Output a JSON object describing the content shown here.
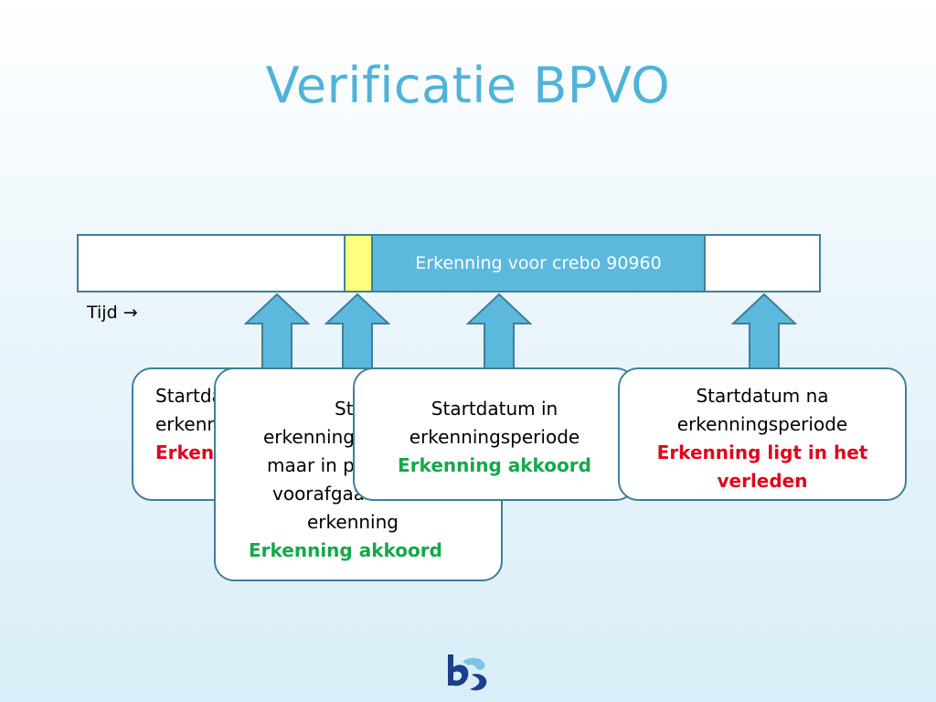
{
  "slide": {
    "title": "Verificatie BPVO"
  },
  "timeline": {
    "segment_label": "Erkenning voor crebo 90960",
    "time_label": "Tijd",
    "time_arrow": "→"
  },
  "boxes": [
    {
      "line1": "Startdatum voor",
      "line2": "erkenningsperiode",
      "status": "Erkenning ligt in de"
    },
    {
      "line1": "Startdatum voor",
      "line2": "erkenningsperiode",
      "line3": "maar in periode",
      "line4": "voorafgaande",
      "line5": "erkenning",
      "status": "Erkenning akkoord"
    },
    {
      "line1": "Startdatum in",
      "line2": "erkenningsperiode",
      "status": "Erkenning akkoord"
    },
    {
      "line1": "Startdatum na",
      "line2": "erkenningsperiode",
      "status1": "Erkenning ligt in het",
      "status2": "verleden"
    }
  ],
  "colors": {
    "title": "#4fb3d9",
    "segment_blue": "#5cb8dd",
    "segment_yellow": "#ffff7f",
    "status_red": "#e0061b",
    "status_green": "#15a84a",
    "border": "#3f7f9a"
  },
  "logo": {
    "icon": "sbb-logo-icon"
  }
}
